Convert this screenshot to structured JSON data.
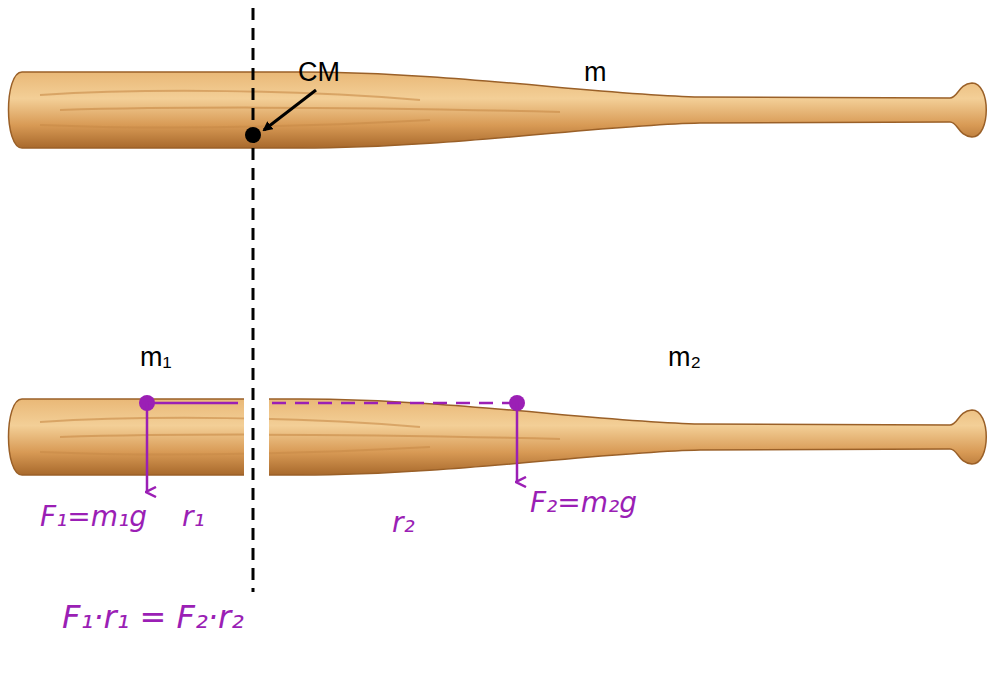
{
  "diagram": {
    "labels": [
      "CM",
      "m",
      "m₁",
      "m₂",
      "F₁=m₁g",
      "r₁",
      "r₂",
      "F₂=m₂g",
      "F₁·r₁ = F₂·r₂"
    ]
  }
}
